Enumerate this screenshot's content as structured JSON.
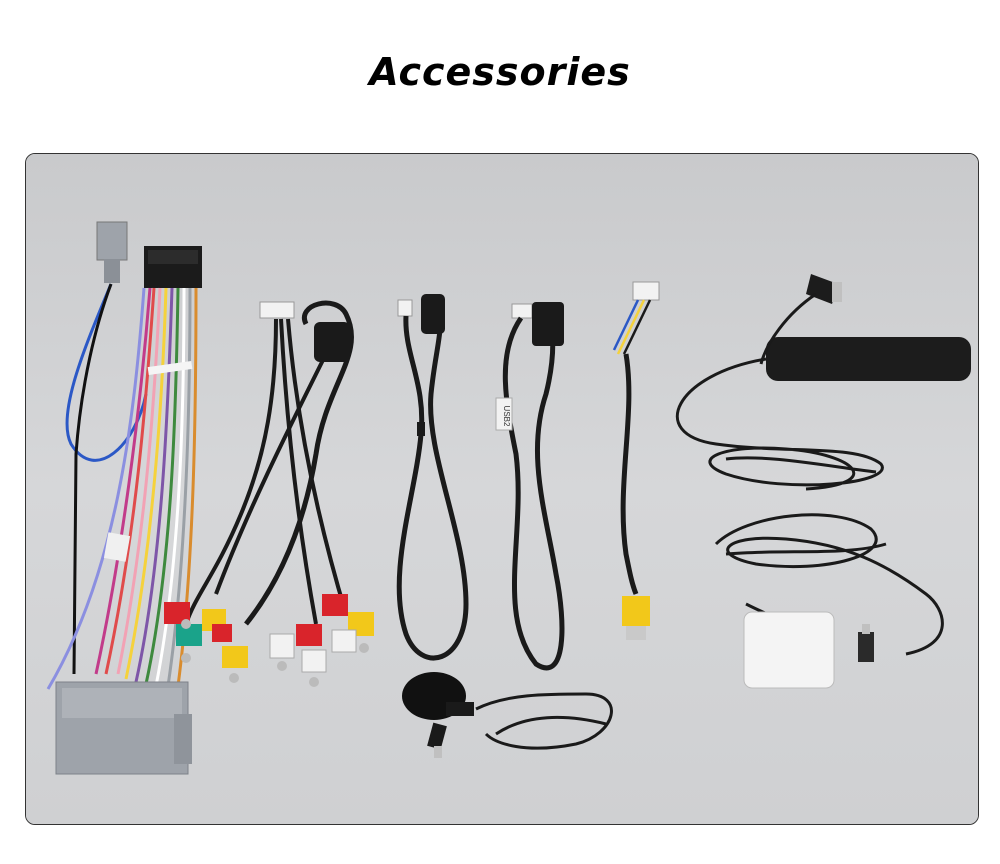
{
  "header": {
    "title": "Accessories"
  },
  "photo": {
    "items": [
      "wiring-harness",
      "rca-av-cable",
      "usb-cable",
      "usb-cable",
      "camera-input-cable",
      "radio-antenna",
      "gps-antenna",
      "microphone"
    ],
    "labels": {
      "usb_tag": "USB2"
    },
    "colors": {
      "background": "#d2d3d5",
      "cable": "#1a1a1a",
      "connector_gray": "#9ea3aa",
      "rca_red": "#d9242b",
      "rca_yellow": "#f2c81a",
      "rca_green": "#1aa38a",
      "rca_white": "#f2f2f2"
    }
  }
}
